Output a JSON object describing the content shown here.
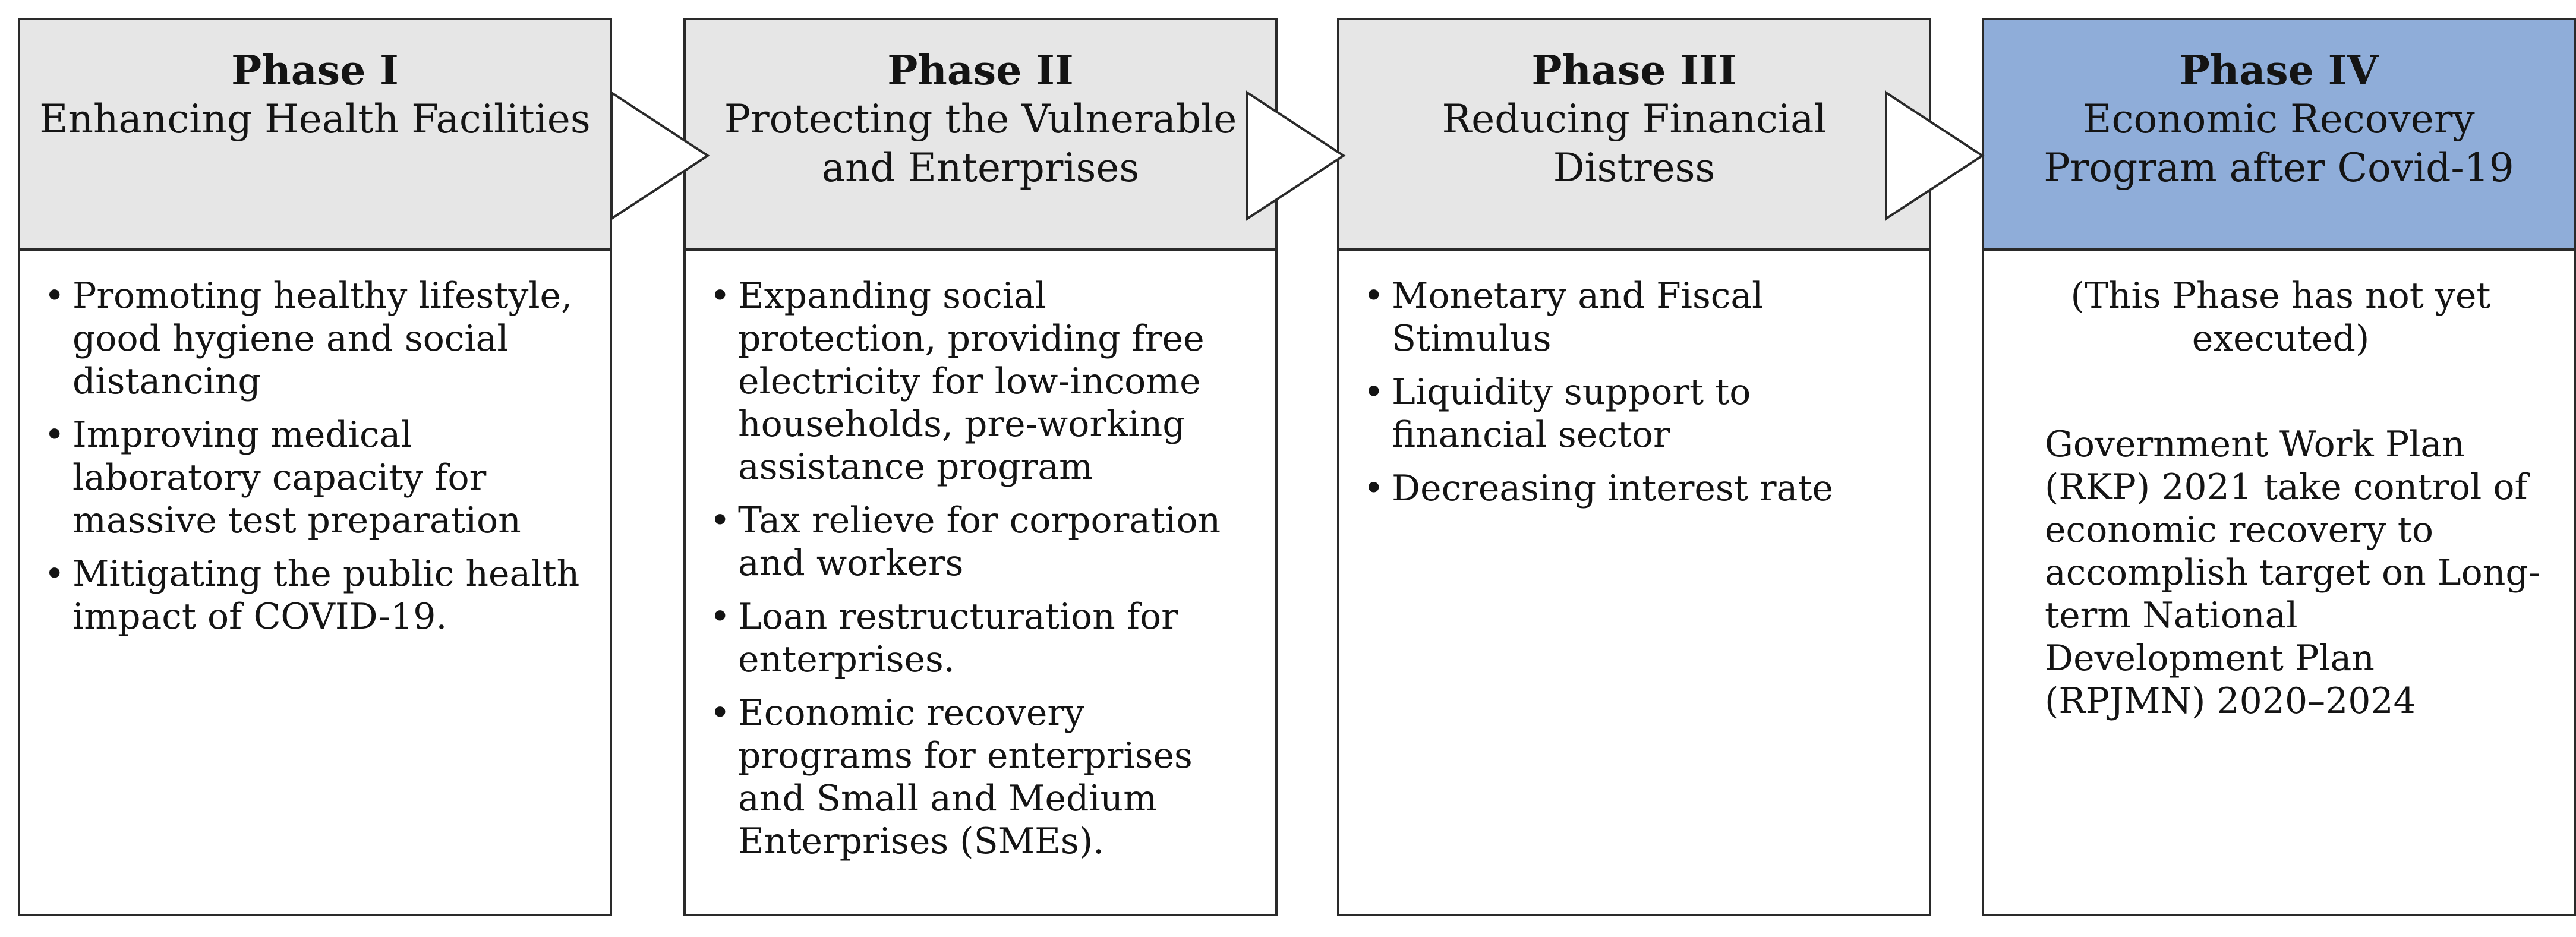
{
  "phases": [
    {
      "title": "Phase I",
      "subtitle": "Enhancing Health Facilities",
      "items": [
        "Promoting healthy lifestyle, good hygiene and social distancing",
        "Improving medical laboratory capacity for massive test preparation",
        "Mitigating the public health impact of COVID-19."
      ]
    },
    {
      "title": "Phase II",
      "subtitle": "Protecting the Vulnerable and Enterprises",
      "items": [
        "Expanding social protection, providing free electricity for low-income households, pre-working assistance program",
        "Tax relieve for corporation and workers",
        "Loan restructuration for enterprises.",
        "Economic recovery programs for enterprises and Small and Medium Enterprises (SMEs)."
      ]
    },
    {
      "title": "Phase III",
      "subtitle": "Reducing Financial Distress",
      "items": [
        "Monetary and Fiscal Stimulus",
        "Liquidity support to financial sector",
        "Decreasing interest rate"
      ]
    },
    {
      "title": "Phase IV",
      "subtitle": "Economic Recovery Program after Covid-19",
      "note": "(This Phase has not yet executed)",
      "plan": "Government Work Plan (RKP) 2021 take control of economic recovery to accomplish target on Long-term National Development Plan (RPJMN) 2020–2024"
    }
  ],
  "colors": {
    "header_gray": "#e6e6e6",
    "header_blue": "#8fadd9",
    "border": "#2a2a2a",
    "arrow_fill": "#ffffff"
  }
}
